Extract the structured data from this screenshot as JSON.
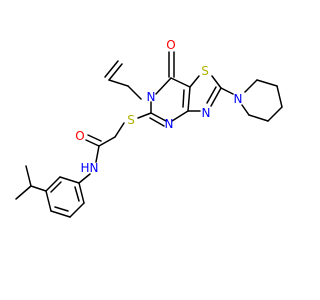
{
  "colors": {
    "bond": "#000000",
    "O": "#ff0000",
    "N": "#0000ff",
    "S": "#b2b200",
    "H": "#0000ff",
    "background": "#ffffff"
  },
  "atom_labels": {
    "o_carbonyl_top": "O",
    "s_ring": "S",
    "n_ring_allyl": "N",
    "n_thiazole": "N",
    "n_piperidine": "N",
    "s_thioether": "S",
    "n_pyrimidine": "N",
    "o_amide": "O",
    "n_amide": "N",
    "h_amide": "H"
  }
}
